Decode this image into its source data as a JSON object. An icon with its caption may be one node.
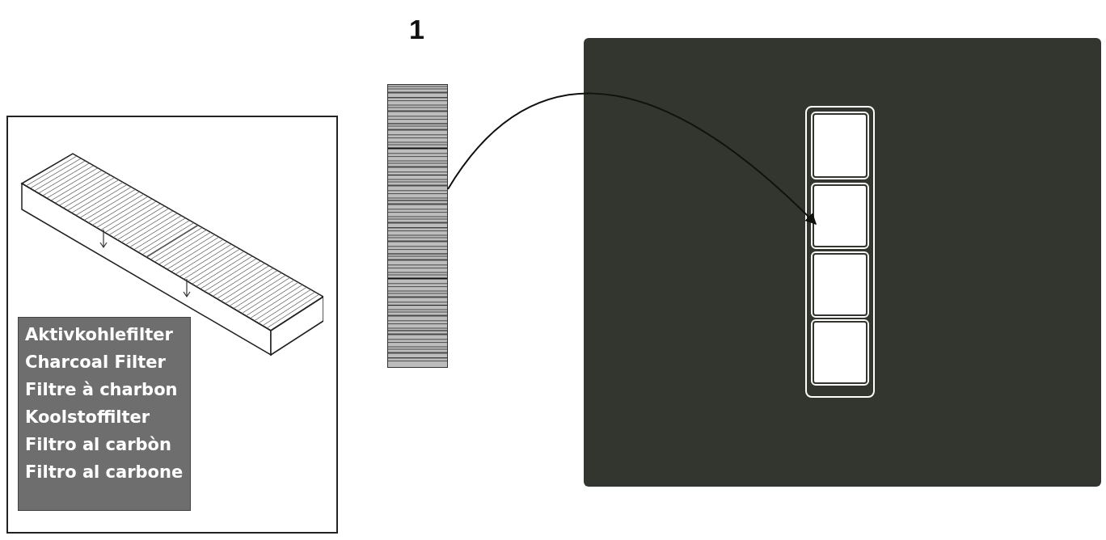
{
  "diagram": {
    "nodes": [
      {
        "text": [],
        "shape": "box"
      },
      {
        "text": [
          "Aktivkohlefilter",
          "Charcoal Filter",
          "Filtre à charbon",
          "Koolstoffilter",
          "Filtro al carbòn",
          "Filtro al carbone"
        ],
        "in": 0
      },
      {
        "text": [],
        "shape": "box",
        "beside": [
          "1"
        ]
      },
      {
        "text": [],
        "shape": "box"
      },
      {
        "text": [],
        "shape": "box",
        "in": 3
      },
      {
        "text": [],
        "shape": "box",
        "in": 4
      },
      {
        "text": [],
        "shape": "box",
        "in": 4
      },
      {
        "text": [],
        "shape": "box",
        "in": 4
      },
      {
        "text": [],
        "shape": "box",
        "in": 4
      }
    ],
    "edges": [
      {
        "from": 2,
        "to": 6,
        "arrow": "to"
      }
    ]
  }
}
